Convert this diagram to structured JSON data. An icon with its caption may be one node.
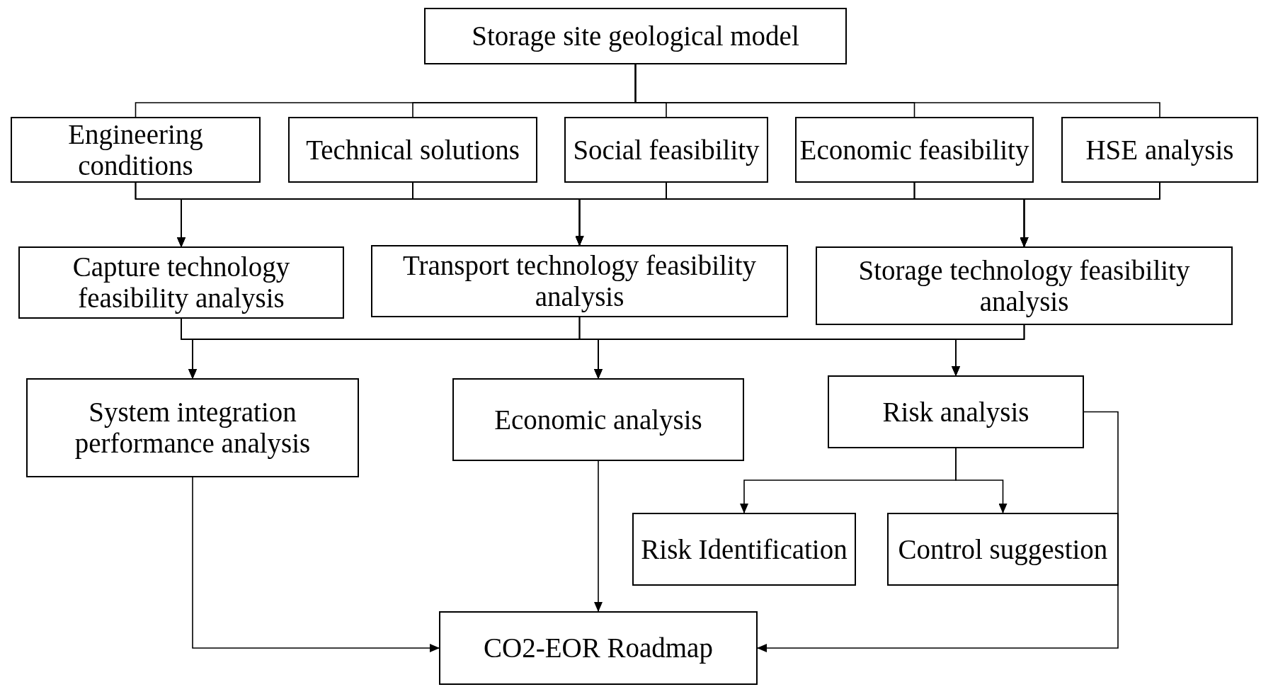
{
  "diagram": {
    "nodes": [
      {
        "text": [
          "Storage site geological model"
        ]
      },
      {
        "text": [
          "Engineering conditions"
        ]
      },
      {
        "text": [
          "Technical solutions"
        ]
      },
      {
        "text": [
          "Social feasibility"
        ]
      },
      {
        "text": [
          "Economic feasibility"
        ]
      },
      {
        "text": [
          "HSE analysis"
        ]
      },
      {
        "text": [
          "Capture technology feasibility analysis"
        ]
      },
      {
        "text": [
          "Transport technology feasibility analysis"
        ]
      },
      {
        "text": [
          "Storage technology feasibility analysis"
        ]
      },
      {
        "text": [
          "System integration performance analysis"
        ]
      },
      {
        "text": [
          "Economic analysis"
        ]
      },
      {
        "text": [
          "Risk analysis"
        ]
      },
      {
        "text": [
          "Risk Identification"
        ]
      },
      {
        "text": [
          "Control suggestion"
        ]
      },
      {
        "text": [
          "CO2-EOR Roadmap"
        ]
      }
    ],
    "edges": [
      {
        "from": 0,
        "to": 1,
        "arrow": "none"
      },
      {
        "from": 0,
        "to": 2,
        "arrow": "none"
      },
      {
        "from": 0,
        "to": 3,
        "arrow": "none"
      },
      {
        "from": 0,
        "to": 4,
        "arrow": "none"
      },
      {
        "from": 0,
        "to": 5,
        "arrow": "none"
      },
      {
        "from": 1,
        "to": 6,
        "arrow": "to"
      },
      {
        "from": 1,
        "to": 7,
        "arrow": "to"
      },
      {
        "from": 1,
        "to": 8,
        "arrow": "to"
      },
      {
        "from": 2,
        "to": 6,
        "arrow": "to"
      },
      {
        "from": 2,
        "to": 7,
        "arrow": "to"
      },
      {
        "from": 2,
        "to": 8,
        "arrow": "to"
      },
      {
        "from": 3,
        "to": 6,
        "arrow": "to"
      },
      {
        "from": 3,
        "to": 7,
        "arrow": "to"
      },
      {
        "from": 3,
        "to": 8,
        "arrow": "to"
      },
      {
        "from": 4,
        "to": 6,
        "arrow": "to"
      },
      {
        "from": 4,
        "to": 7,
        "arrow": "to"
      },
      {
        "from": 4,
        "to": 8,
        "arrow": "to"
      },
      {
        "from": 5,
        "to": 6,
        "arrow": "to"
      },
      {
        "from": 5,
        "to": 7,
        "arrow": "to"
      },
      {
        "from": 5,
        "to": 8,
        "arrow": "to"
      },
      {
        "from": 6,
        "to": 9,
        "arrow": "to"
      },
      {
        "from": 6,
        "to": 10,
        "arrow": "to"
      },
      {
        "from": 6,
        "to": 11,
        "arrow": "to"
      },
      {
        "from": 7,
        "to": 9,
        "arrow": "to"
      },
      {
        "from": 7,
        "to": 10,
        "arrow": "to"
      },
      {
        "from": 7,
        "to": 11,
        "arrow": "to"
      },
      {
        "from": 8,
        "to": 9,
        "arrow": "to"
      },
      {
        "from": 8,
        "to": 10,
        "arrow": "to"
      },
      {
        "from": 8,
        "to": 11,
        "arrow": "to"
      },
      {
        "from": 11,
        "to": 12,
        "arrow": "to"
      },
      {
        "from": 11,
        "to": 13,
        "arrow": "to"
      },
      {
        "from": 9,
        "to": 14,
        "arrow": "to"
      },
      {
        "from": 10,
        "to": 14,
        "arrow": "to"
      },
      {
        "from": 11,
        "to": 14,
        "arrow": "to"
      }
    ]
  }
}
